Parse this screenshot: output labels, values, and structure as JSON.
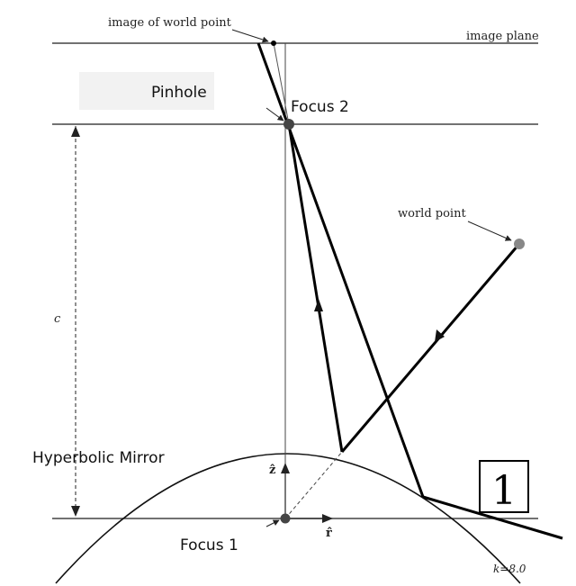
{
  "labels": {
    "image_of_world_point": "image of world point",
    "image_plane": "image plane",
    "pinhole": "Pinhole",
    "focus2": "Focus 2",
    "world_point": "world point",
    "c": "c",
    "hyperbolic_mirror": "Hyperbolic Mirror",
    "z_axis": "ẑ",
    "r_axis": "r̂",
    "focus1": "Focus 1",
    "k_param": "k=8.0",
    "box_number": "1"
  }
}
